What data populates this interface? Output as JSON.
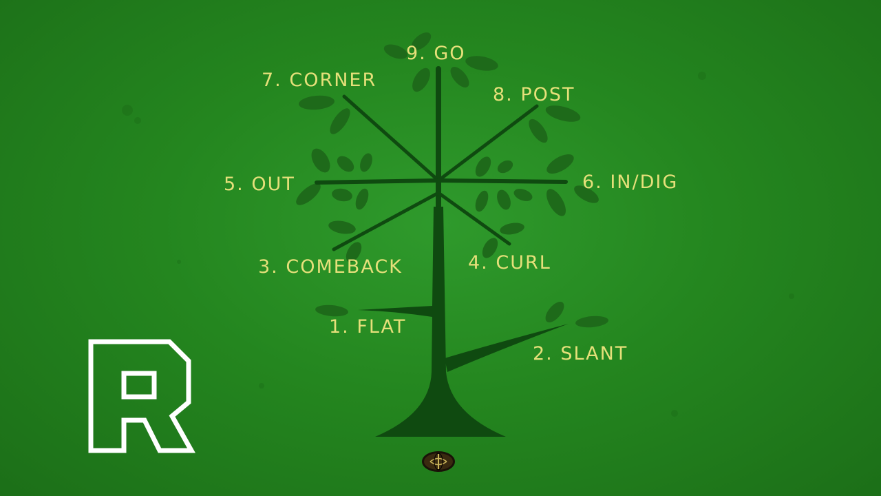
{
  "routes": {
    "flat": "1. FLAT",
    "slant": "2. SLANT",
    "comeback": "3. COMEBACK",
    "curl": "4. CURL",
    "out": "5. OUT",
    "in_dig": "6. IN/DIG",
    "corner": "7. CORNER",
    "post": "8. POST",
    "go": "9. GO"
  },
  "logo": {
    "letter": "R"
  },
  "colors": {
    "background": "#24861f",
    "tree": "#0f4a10",
    "leaf": "#1e6a1a",
    "label_text": "#e6e07a",
    "logo_stroke": "#ffffff"
  },
  "icons": {
    "logo": "r-logo",
    "football": "football-icon"
  }
}
